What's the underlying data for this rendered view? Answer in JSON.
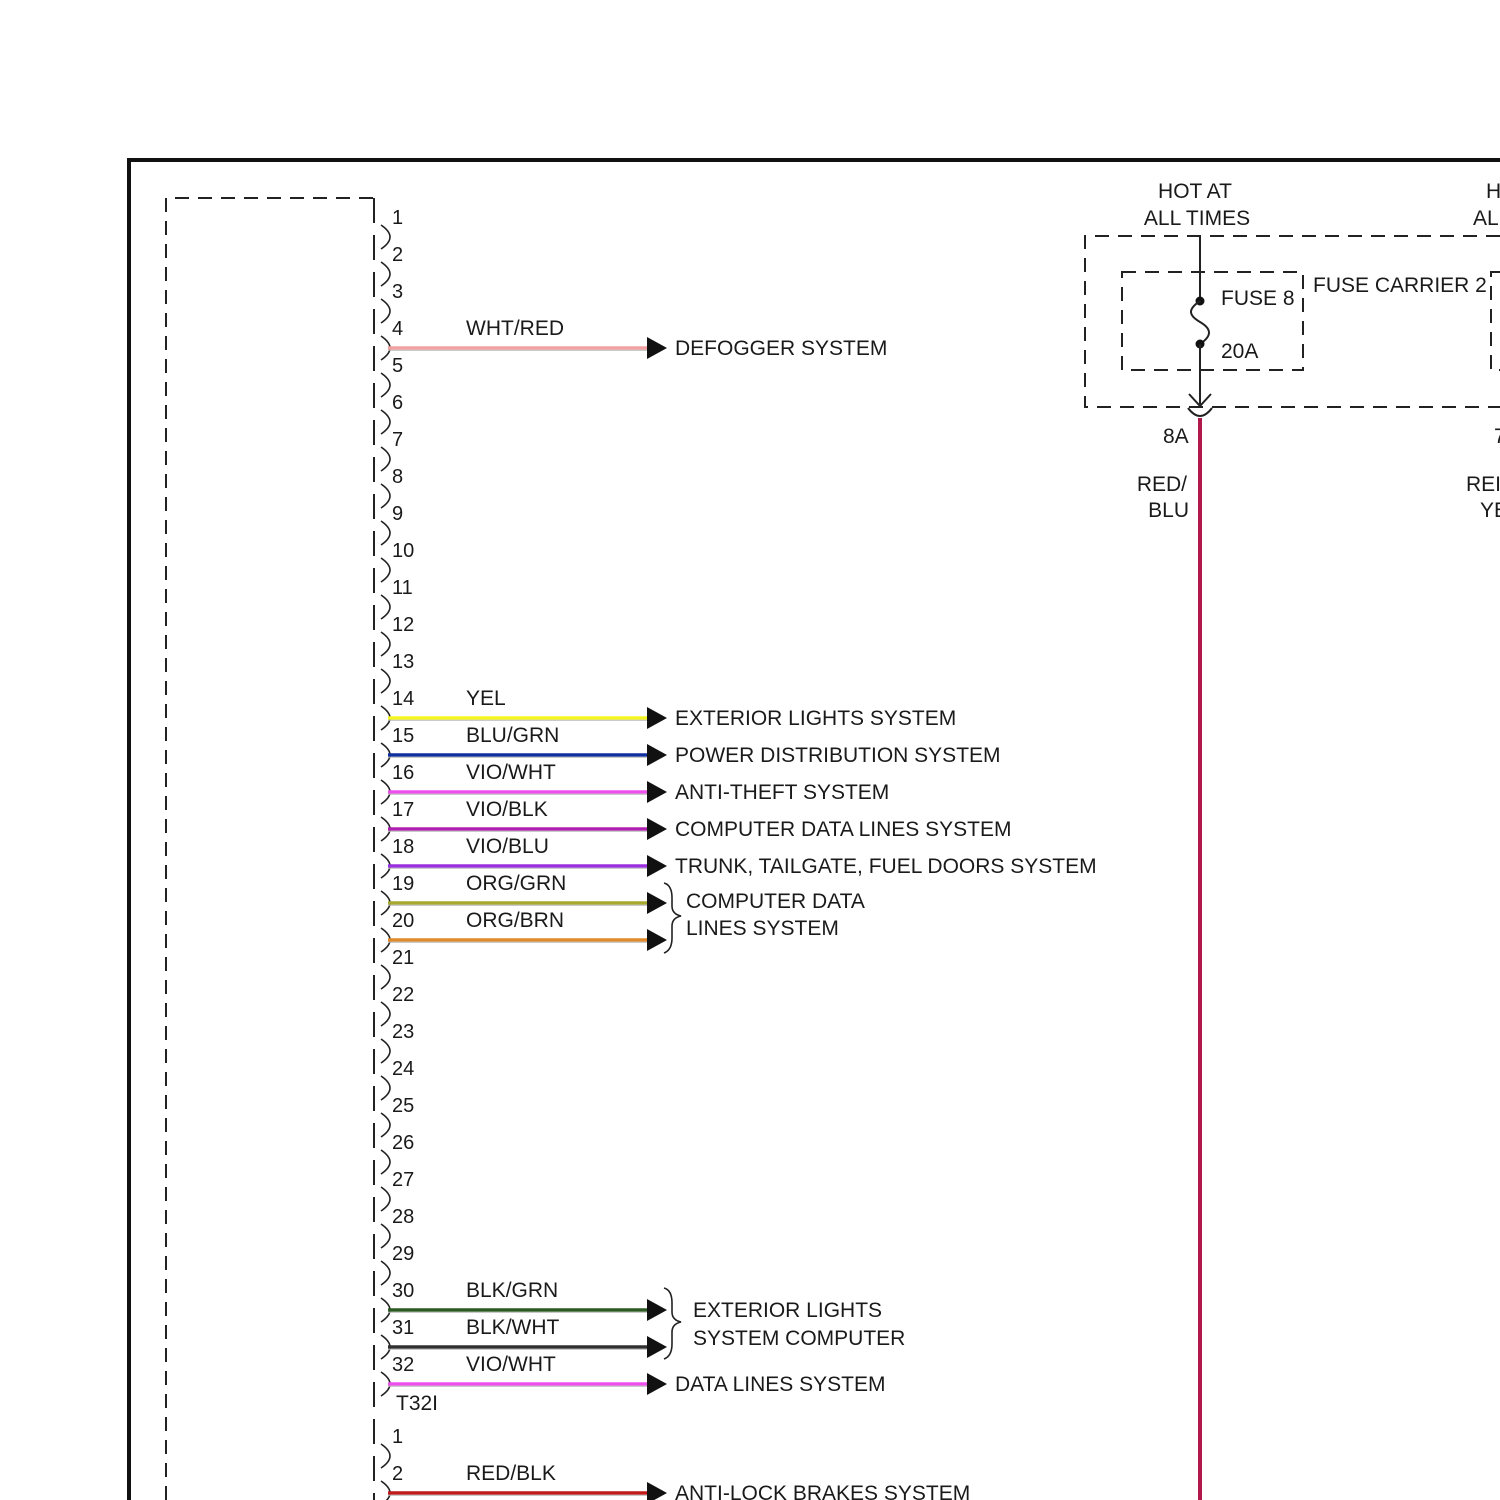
{
  "connector_a": {
    "name": "T32I",
    "pins": [
      "1",
      "2",
      "3",
      "4",
      "5",
      "6",
      "7",
      "8",
      "9",
      "10",
      "11",
      "12",
      "13",
      "14",
      "15",
      "16",
      "17",
      "18",
      "19",
      "20",
      "21",
      "22",
      "23",
      "24",
      "25",
      "26",
      "27",
      "28",
      "29",
      "30",
      "31",
      "32"
    ]
  },
  "connector_b": {
    "pins": [
      "1",
      "2"
    ]
  },
  "wires": [
    {
      "pin": "4",
      "color_label": "WHT/RED",
      "stroke": "#f2a0a0",
      "target": "DEFOGGER SYSTEM"
    },
    {
      "pin": "14",
      "color_label": "YEL",
      "stroke": "#f5f520",
      "target": "EXTERIOR LIGHTS SYSTEM"
    },
    {
      "pin": "15",
      "color_label": "BLU/GRN",
      "stroke": "#1030a0",
      "target": "POWER DISTRIBUTION SYSTEM"
    },
    {
      "pin": "16",
      "color_label": "VIO/WHT",
      "stroke": "#ee50ee",
      "target": "ANTI-THEFT SYSTEM"
    },
    {
      "pin": "17",
      "color_label": "VIO/BLK",
      "stroke": "#b020b0",
      "target": "COMPUTER DATA LINES SYSTEM"
    },
    {
      "pin": "18",
      "color_label": "VIO/BLU",
      "stroke": "#9a30e0",
      "target": "TRUNK, TAILGATE, FUEL DOORS SYSTEM"
    },
    {
      "pin": "19",
      "color_label": "ORG/GRN",
      "stroke": "#a6a830"
    },
    {
      "pin": "20",
      "color_label": "ORG/BRN",
      "stroke": "#e08a2a"
    },
    {
      "pin": "30",
      "color_label": "BLK/GRN",
      "stroke": "#2a5a20"
    },
    {
      "pin": "31",
      "color_label": "BLK/WHT",
      "stroke": "#303030"
    },
    {
      "pin": "32",
      "color_label": "VIO/WHT",
      "stroke": "#ee50ee",
      "target": "DATA LINES SYSTEM"
    },
    {
      "pin": "2",
      "color_label": "RED/BLK",
      "stroke": "#c01a1a",
      "target": "ANTI-LOCK BRAKES SYSTEM"
    }
  ],
  "groups": [
    {
      "line1": "COMPUTER DATA",
      "line2": "LINES SYSTEM"
    },
    {
      "line1": "EXTERIOR LIGHTS",
      "line2": "SYSTEM COMPUTER"
    }
  ],
  "power": {
    "hot_line1": "HOT AT",
    "hot_line2": "ALL TIMES",
    "hot2_line1": "H",
    "hot2_line2": "AL",
    "fuse_carrier": "FUSE CARRIER 2",
    "fuse_name": "FUSE 8",
    "fuse_rating": "20A",
    "terminal": "8A",
    "terminal2": "7",
    "wire_line1": "RED/",
    "wire_line2": "BLU",
    "wire_stroke": "#b0184a",
    "wire2_line1": "REI",
    "wire2_line2": "YE"
  }
}
